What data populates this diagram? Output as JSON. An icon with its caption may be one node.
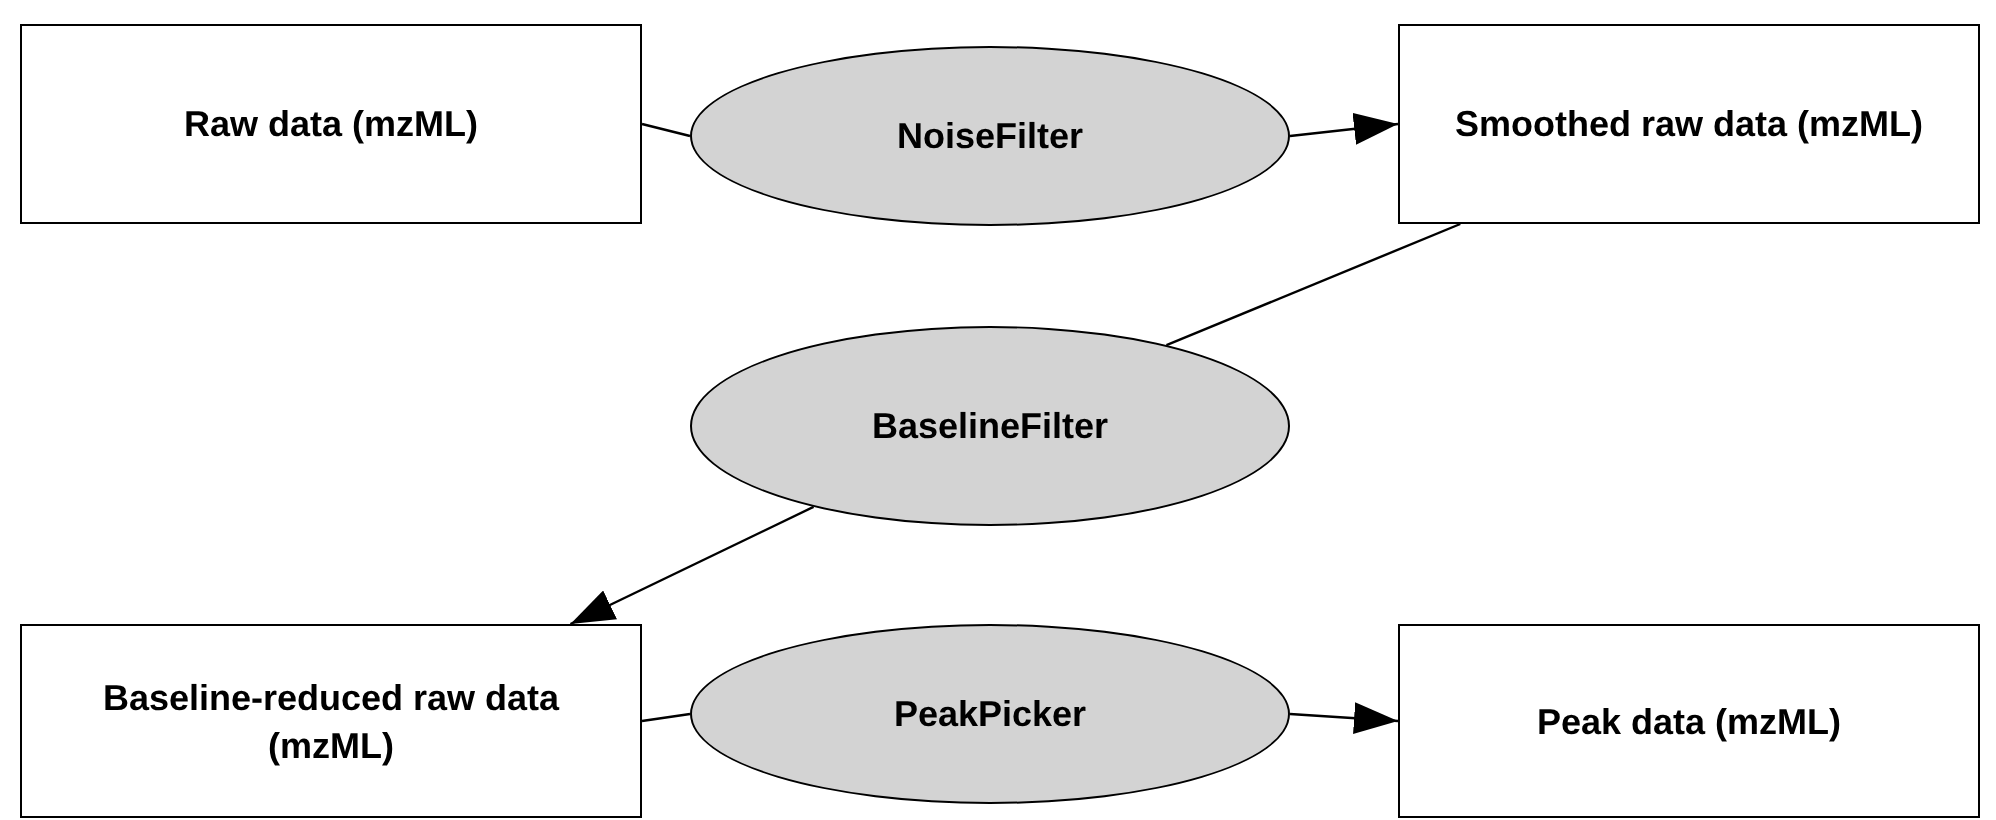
{
  "diagram": {
    "nodes": [
      {
        "text": [
          "Raw data (mzML)"
        ]
      },
      {
        "text": [
          "NoiseFilter"
        ]
      },
      {
        "text": [
          "Smoothed raw data (mzML)"
        ]
      },
      {
        "text": [
          "BaselineFilter"
        ]
      },
      {
        "text": [
          "Baseline-reduced raw data (mzML)"
        ]
      },
      {
        "text": [
          "PeakPicker"
        ]
      },
      {
        "text": [
          "Peak data (mzML)"
        ]
      }
    ],
    "edges": [
      {
        "from": 0,
        "to": 1,
        "arrow": "none"
      },
      {
        "from": 1,
        "to": 2,
        "arrow": "to"
      },
      {
        "from": 2,
        "to": 3,
        "arrow": "none"
      },
      {
        "from": 3,
        "to": 4,
        "arrow": "to"
      },
      {
        "from": 4,
        "to": 5,
        "arrow": "none"
      },
      {
        "from": 5,
        "to": 6,
        "arrow": "to"
      }
    ]
  }
}
